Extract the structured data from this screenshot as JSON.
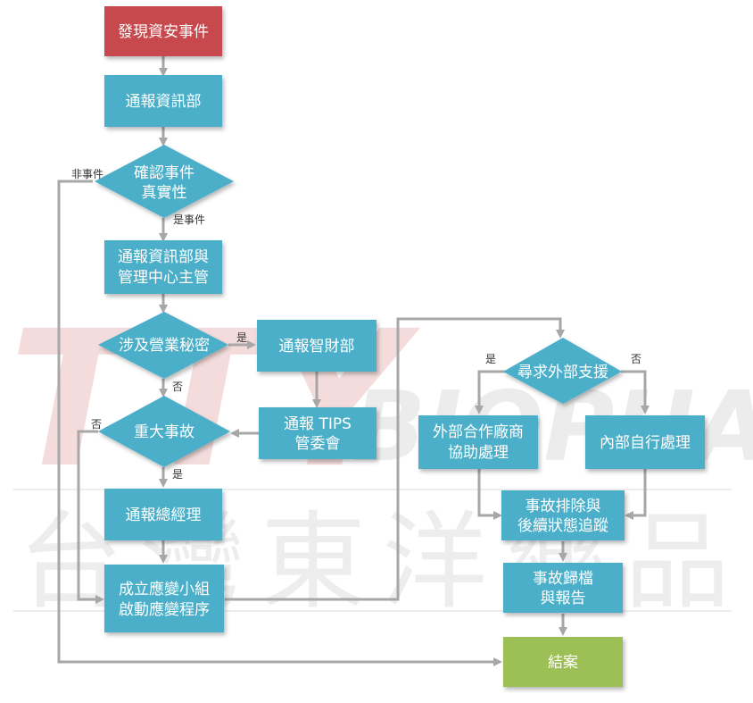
{
  "colors": {
    "blue": "#4bafc9",
    "red": "#c84a4e",
    "green": "#9cbf57",
    "arrow": "#a7a7a7",
    "watermark": "#e6e6e6",
    "watermark_red": "#f4dcdc"
  },
  "watermark": {
    "logo": "TTY",
    "brand": "BIOPHARM",
    "company": "台灣東洋藥品"
  },
  "nodes": {
    "discover": [
      "發現資安事件"
    ],
    "notify_it": [
      "通報資訊部"
    ],
    "confirm": [
      "確認事件",
      "真實性"
    ],
    "notify_it_mgmt": [
      "通報資訊部與",
      "管理中心主管"
    ],
    "trade_secret": [
      "涉及營業秘密"
    ],
    "notify_ip": [
      "通報智財部"
    ],
    "notify_tips": [
      "通報 TIPS",
      "管委會"
    ],
    "major": [
      "重大事故"
    ],
    "notify_gm": [
      "通報總經理"
    ],
    "response_team": [
      "成立應變小組",
      "啟動應變程序"
    ],
    "external_support": [
      "尋求外部支援"
    ],
    "vendor": [
      "外部合作廠商",
      "協助處理"
    ],
    "internal": [
      "內部自行處理"
    ],
    "resolve": [
      "事故排除與",
      "後續狀態追蹤"
    ],
    "archive": [
      "事故歸檔",
      "與報告"
    ],
    "close": [
      "結案"
    ]
  },
  "labels": {
    "not_event": "非事件",
    "is_event": "是事件",
    "yes": "是",
    "no": "否"
  }
}
